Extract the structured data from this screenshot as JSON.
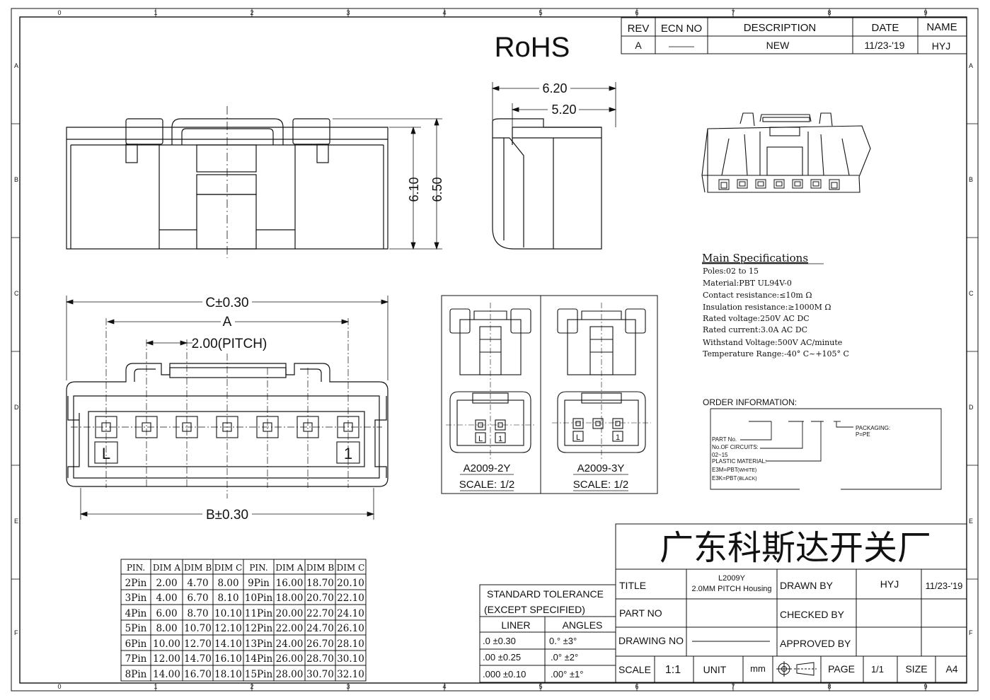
{
  "border": {
    "top_numbers": [
      "0",
      "1",
      "2",
      "3",
      "4",
      "5",
      "6",
      "7",
      "8",
      "9"
    ],
    "bottom_numbers": [
      "0",
      "1",
      "2",
      "3",
      "4",
      "5",
      "6",
      "7",
      "8",
      "9"
    ],
    "left_letters": [
      "A",
      "B",
      "C",
      "D",
      "E",
      "F"
    ],
    "right_letters": [
      "A",
      "B",
      "C",
      "D",
      "E",
      "F"
    ]
  },
  "rohs": "RoHS",
  "revision": {
    "headers": [
      "REV",
      "ECN NO",
      "DESCRIPTION",
      "DATE",
      "NAME"
    ],
    "row": [
      "A",
      "———",
      "NEW",
      "11/23-'19",
      "HYJ"
    ]
  },
  "dims": {
    "front_height_1": "6.10",
    "front_height_2": "6.50",
    "side_width_1": "6.20",
    "side_width_2": "5.20",
    "c_dim": "C±0.30",
    "a_dim": "A",
    "pitch": "2.00(PITCH)",
    "b_dim": "B±0.30",
    "pin_left": "L",
    "pin_right": "1"
  },
  "variants": [
    {
      "name": "A2009-2Y",
      "scale": "SCALE: 1/2",
      "pin_left": "L",
      "pin_right": "1"
    },
    {
      "name": "A2009-3Y",
      "scale": "SCALE: 1/2",
      "pin_left": "L",
      "pin_right": "1"
    }
  ],
  "specs": {
    "title": "Main Specifications",
    "lines": [
      "Poles:02 to 15",
      "Material:PBT UL94V-0",
      "Contact resistance:≤10m Ω",
      "Insulation resistance:≥1000M Ω",
      "Rated voltage:250V AC DC",
      "Rated current:3.0A AC DC",
      "Withstand Voltage:500V AC/minute",
      "Temperature Range:-40° C~+105° C"
    ]
  },
  "order": {
    "title": "ORDER INFORMATION:",
    "packaging": "PACKAGING:",
    "packaging_value": "P=PE",
    "part_no": "PART No.",
    "circuits": "No.OF CIRCUITS:",
    "circuits_value": "02~15",
    "plastic": "PLASTIC MATERIAL:",
    "e3m": "E3M=PBT",
    "e3m_note": "(WHITE)",
    "e3k": "E3K=PBT",
    "e3k_note": "(BLACK)"
  },
  "pin_table": {
    "headers": [
      "PIN.",
      "DIM A",
      "DIM B",
      "DIM C",
      "PIN.",
      "DIM A",
      "DIM B",
      "DIM C"
    ],
    "rows": [
      [
        "2Pin",
        "2.00",
        "4.70",
        "8.00",
        "9Pin",
        "16.00",
        "18.70",
        "20.10"
      ],
      [
        "3Pin",
        "4.00",
        "6.70",
        "8.10",
        "10Pin",
        "18.00",
        "20.70",
        "22.10"
      ],
      [
        "4Pin",
        "6.00",
        "8.70",
        "10.10",
        "11Pin",
        "20.00",
        "22.70",
        "24.10"
      ],
      [
        "5Pin",
        "8.00",
        "10.70",
        "12.10",
        "12Pin",
        "22.00",
        "24.70",
        "26.10"
      ],
      [
        "6Pin",
        "10.00",
        "12.70",
        "14.10",
        "13Pin",
        "24.00",
        "26.70",
        "28.10"
      ],
      [
        "7Pin",
        "12.00",
        "14.70",
        "16.10",
        "14Pin",
        "26.00",
        "28.70",
        "30.10"
      ],
      [
        "8Pin",
        "14.00",
        "16.70",
        "18.10",
        "15Pin",
        "28.00",
        "30.70",
        "32.10"
      ]
    ]
  },
  "tolerance": {
    "title1": "STANDARD TOLERANCE",
    "title2": "(EXCEPT  SPECIFIED)",
    "col1": "LINER",
    "col2": "ANGLES",
    "rows": [
      [
        ".0  ±0.30",
        "0.°  ±3°"
      ],
      [
        ".00  ±0.25",
        ".0°  ±2°"
      ],
      [
        ".000 ±0.10",
        ".00° ±1°"
      ]
    ]
  },
  "title_block": {
    "company": "广东科斯达开关厂",
    "title_label": "TITLE",
    "title_value_1": "L2009Y",
    "title_value_2": "2.0MM PITCH Housing",
    "drawn_by": "DRAWN BY",
    "drawn_name": "HYJ",
    "drawn_date": "11/23-'19",
    "part_no": "PART NO",
    "checked_by": "CHECKED BY",
    "drawing_no": "DRAWING NO",
    "approved_by": "APPROVED BY",
    "scale_label": "SCALE",
    "scale_value": "1:1",
    "unit_label": "UNIT",
    "unit_value": "mm",
    "page_label": "PAGE",
    "page_value": "1/1",
    "size_label": "SIZE",
    "size_value": "A4"
  }
}
